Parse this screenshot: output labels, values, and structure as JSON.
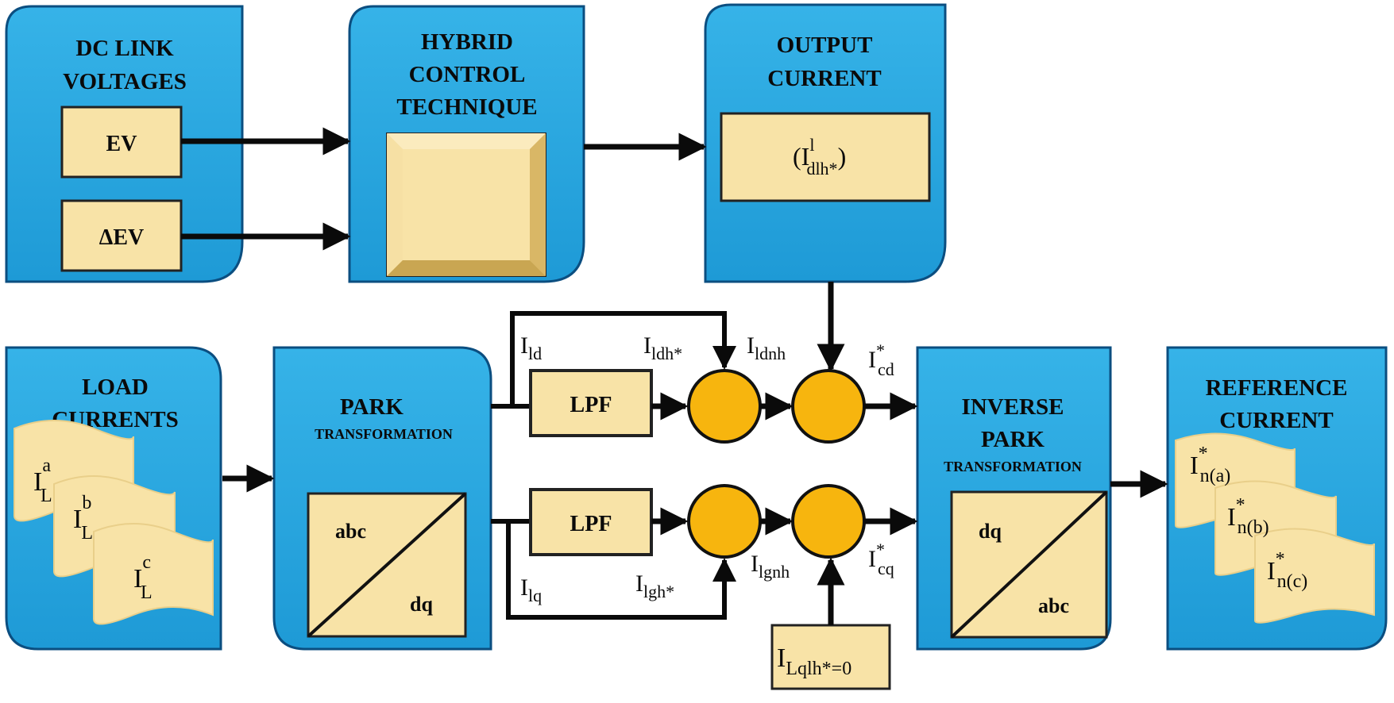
{
  "colors": {
    "block_fill": "#27A8E0",
    "block_stroke": "#0B4E80",
    "inner_fill": "#F8E3A7",
    "inner_stroke": "#222222",
    "summer_fill": "#F7B50E",
    "wire": "#0a0a0a"
  },
  "blocks": {
    "dc_link": {
      "title_line1": "DC LINK",
      "title_line2": "VOLTAGES",
      "ev": "EV",
      "dev": "ΔEV"
    },
    "hybrid": {
      "title_line1": "HYBRID",
      "title_line2": "CONTROL",
      "title_line3": "TECHNIQUE"
    },
    "output": {
      "title_line1": "OUTPUT",
      "title_line2": "CURRENT",
      "value_main": "(I",
      "value_sup": "l",
      "value_sub": "dlh*",
      "value_close": ")"
    },
    "load": {
      "title_line1": "LOAD",
      "title_line2": "CURRENTS",
      "currents": [
        {
          "main": "I",
          "sub": "L",
          "sup": "a"
        },
        {
          "main": "I",
          "sub": "L",
          "sup": "b"
        },
        {
          "main": "I",
          "sub": "L",
          "sup": "c"
        }
      ]
    },
    "park": {
      "title": "PARK",
      "subtitle": "TRANSFORMATION",
      "from": "abc",
      "to": "dq"
    },
    "inverse_park": {
      "title_line1": "INVERSE",
      "title_line2": "PARK",
      "subtitle": "TRANSFORMATION",
      "from": "dq",
      "to": "abc"
    },
    "reference": {
      "title_line1": "REFERENCE",
      "title_line2": "CURRENT",
      "currents": [
        {
          "main": "I",
          "sub": "n(a)",
          "sup": "*"
        },
        {
          "main": "I",
          "sub": "n(b)",
          "sup": "*"
        },
        {
          "main": "I",
          "sub": "n(c)",
          "sup": "*"
        }
      ]
    },
    "lpf_top": "LPF",
    "lpf_bottom": "LPF",
    "lqlh_box": {
      "main": "I",
      "sub": "Lqlh*=0"
    }
  },
  "signals": {
    "ild": {
      "main": "I",
      "sub": "ld"
    },
    "ildh": {
      "main": "I",
      "sub": "ldh*"
    },
    "ildnh": {
      "main": "I",
      "sub": "ldnh"
    },
    "icd": {
      "main": "I",
      "sub": "cd",
      "sup": "*"
    },
    "ilq": {
      "main": "I",
      "sub": "lq"
    },
    "ilgh": {
      "main": "I",
      "sub": "lgh*"
    },
    "ilgnh": {
      "main": "I",
      "sub": "lgnh"
    },
    "icq": {
      "main": "I",
      "sub": "cq",
      "sup": "*"
    }
  }
}
